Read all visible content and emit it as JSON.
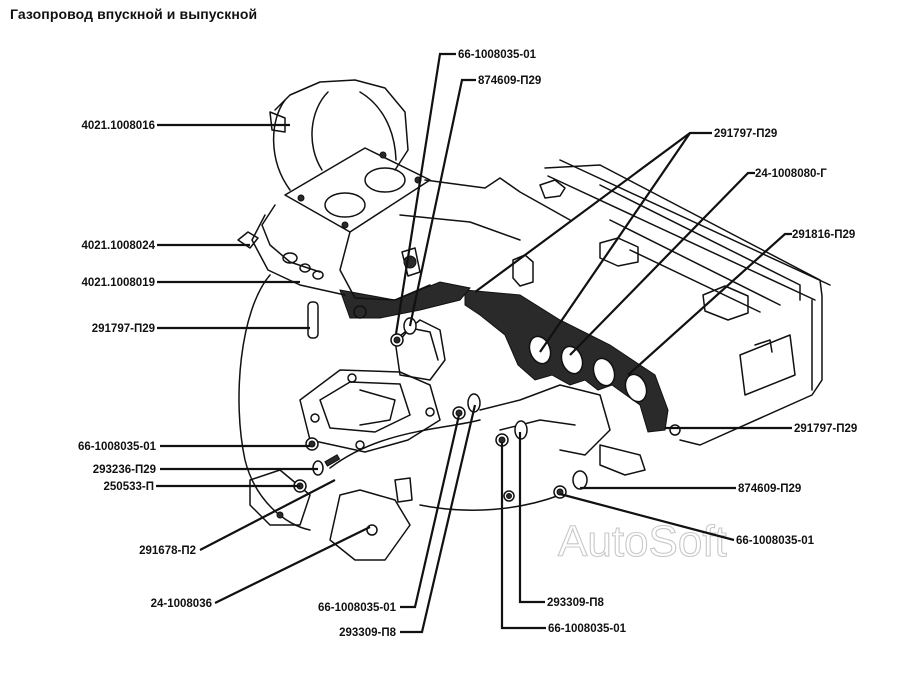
{
  "title": "Газопровод впускной и выпускной",
  "watermark": "AutoSoft",
  "parts": [
    {
      "id": "p1",
      "label": "66-1008035-01",
      "side": "right"
    },
    {
      "id": "p2",
      "label": "874609-П29",
      "side": "right"
    },
    {
      "id": "p3",
      "label": "291797-П29",
      "side": "right"
    },
    {
      "id": "p4",
      "label": "24-1008080-Г",
      "side": "right"
    },
    {
      "id": "p5",
      "label": "291816-П29",
      "side": "right"
    },
    {
      "id": "p6",
      "label": "291797-П29",
      "side": "right"
    },
    {
      "id": "p7",
      "label": "874609-П29",
      "side": "right"
    },
    {
      "id": "p8",
      "label": "66-1008035-01",
      "side": "right"
    },
    {
      "id": "p9",
      "label": "293309-П8",
      "side": "right"
    },
    {
      "id": "p10",
      "label": "66-1008035-01",
      "side": "right"
    },
    {
      "id": "p11",
      "label": "4021.1008016",
      "side": "left"
    },
    {
      "id": "p12",
      "label": "4021.1008024",
      "side": "left"
    },
    {
      "id": "p13",
      "label": "4021.1008019",
      "side": "left"
    },
    {
      "id": "p14",
      "label": "291797-П29",
      "side": "left"
    },
    {
      "id": "p15",
      "label": "66-1008035-01",
      "side": "left"
    },
    {
      "id": "p16",
      "label": "293236-П29",
      "side": "left"
    },
    {
      "id": "p17",
      "label": "250533-П",
      "side": "left"
    },
    {
      "id": "p18",
      "label": "291678-П2",
      "side": "left"
    },
    {
      "id": "p19",
      "label": "24-1008036",
      "side": "left"
    },
    {
      "id": "p20",
      "label": "66-1008035-01",
      "side": "left"
    },
    {
      "id": "p21",
      "label": "293309-П8",
      "side": "left"
    }
  ]
}
